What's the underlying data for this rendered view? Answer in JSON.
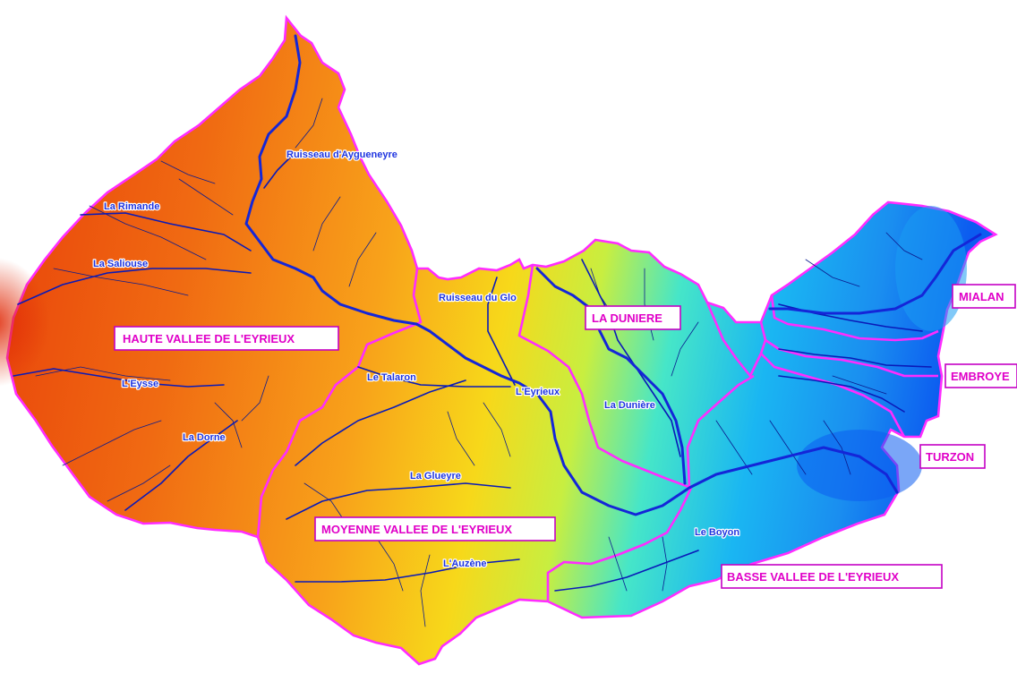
{
  "map": {
    "colors": {
      "high_elevation": "#e8400a",
      "mid_elevation": "#f7d81a",
      "low_elevation": "#1a8ef0",
      "boundary": "#ff2cff",
      "river": "#1426d8",
      "zone_label": "#e000c8",
      "river_label": "#1f35e0"
    },
    "zones": {
      "haute": "HAUTE VALLEE DE L'EYRIEUX",
      "moyenne": "MOYENNE VALLEE DE L'EYRIEUX",
      "basse": "BASSE VALLEE DE L'EYRIEUX",
      "duniere": "LA DUNIERE",
      "mialan": "MIALAN",
      "embroye": "EMBROYE",
      "turzon": "TURZON"
    },
    "rivers": {
      "ayg": "Ruisseau d'Aygueneyre",
      "rimande": "La Rimande",
      "saliouse": "La Saliouse",
      "eysse": "L'Eysse",
      "dorne": "La Dorne",
      "talaron": "Le Talaron",
      "glo": "Ruisseau du Glo",
      "eyrieux": "L'Eyrieux",
      "duniere_river": "La Dunière",
      "glueyre": "La Glueyre",
      "auzene": "L'Auzène",
      "boyon": "Le Boyon"
    }
  }
}
